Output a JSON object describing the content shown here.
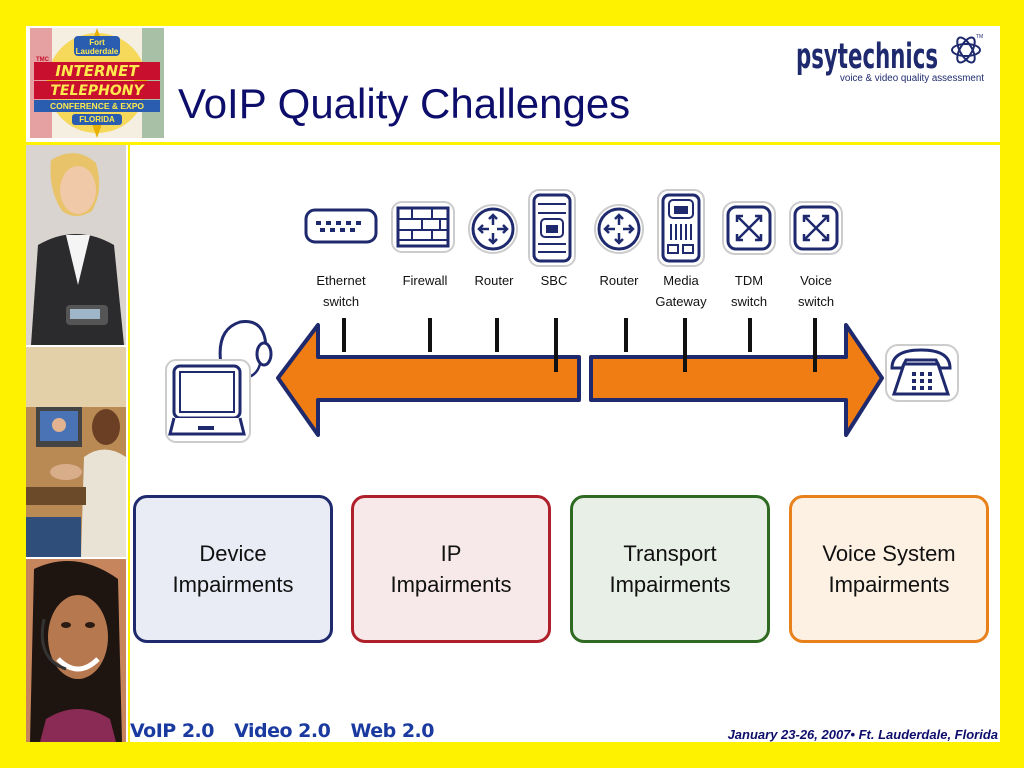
{
  "header": {
    "title": "VoIP Quality Challenges",
    "event_logo": {
      "line1": "Fort",
      "line2": "Lauderdale",
      "line3": "INTERNET",
      "line4": "TELEPHONY",
      "line5": "CONFERENCE & EXPO",
      "line6": "FLORIDA",
      "badge": "TMC"
    },
    "brand": {
      "name": "psytechnics",
      "tagline": "voice & video quality assessment",
      "tm": "TM"
    }
  },
  "devices": [
    {
      "id": "ethernet-switch",
      "line1": "Ethernet",
      "line2": "switch",
      "icon": "ethernet-switch-icon"
    },
    {
      "id": "firewall",
      "line1": "Firewall",
      "line2": "",
      "icon": "firewall-icon"
    },
    {
      "id": "router-1",
      "line1": "Router",
      "line2": "",
      "icon": "router-icon"
    },
    {
      "id": "sbc",
      "line1": "SBC",
      "line2": "",
      "icon": "sbc-icon"
    },
    {
      "id": "router-2",
      "line1": "Router",
      "line2": "",
      "icon": "router-icon"
    },
    {
      "id": "media-gateway",
      "line1": "Media",
      "line2": "Gateway",
      "icon": "media-gateway-icon"
    },
    {
      "id": "tdm-switch",
      "line1": "TDM",
      "line2": "switch",
      "icon": "tdm-switch-icon"
    },
    {
      "id": "voice-switch",
      "line1": "Voice",
      "line2": "switch",
      "icon": "voice-switch-icon"
    }
  ],
  "impairments": [
    {
      "line1": "Device",
      "line2": "Impairments",
      "border": "#1f2a6e",
      "fill": "#e9ebf5"
    },
    {
      "line1": "IP",
      "line2": "Impairments",
      "border": "#b0202a",
      "fill": "#f7e9e9"
    },
    {
      "line1": "Transport",
      "line2": "Impairments",
      "border": "#2f6a22",
      "fill": "#e8efe6"
    },
    {
      "line1": "Voice System",
      "line2": "Impairments",
      "border": "#e8801c",
      "fill": "#fdf1e4"
    }
  ],
  "footer": {
    "left": [
      "VoIP 2.0",
      "Video 2.0",
      "Web 2.0"
    ],
    "right": "January 23-26, 2007• Ft. Lauderdale, Florida"
  },
  "colors": {
    "frame": "#FFF200",
    "arrow_fill": "#F07D14",
    "arrow_stroke": "#1f2a6e",
    "icon_stroke": "#1f2a6e",
    "title": "#0d0d6b"
  }
}
